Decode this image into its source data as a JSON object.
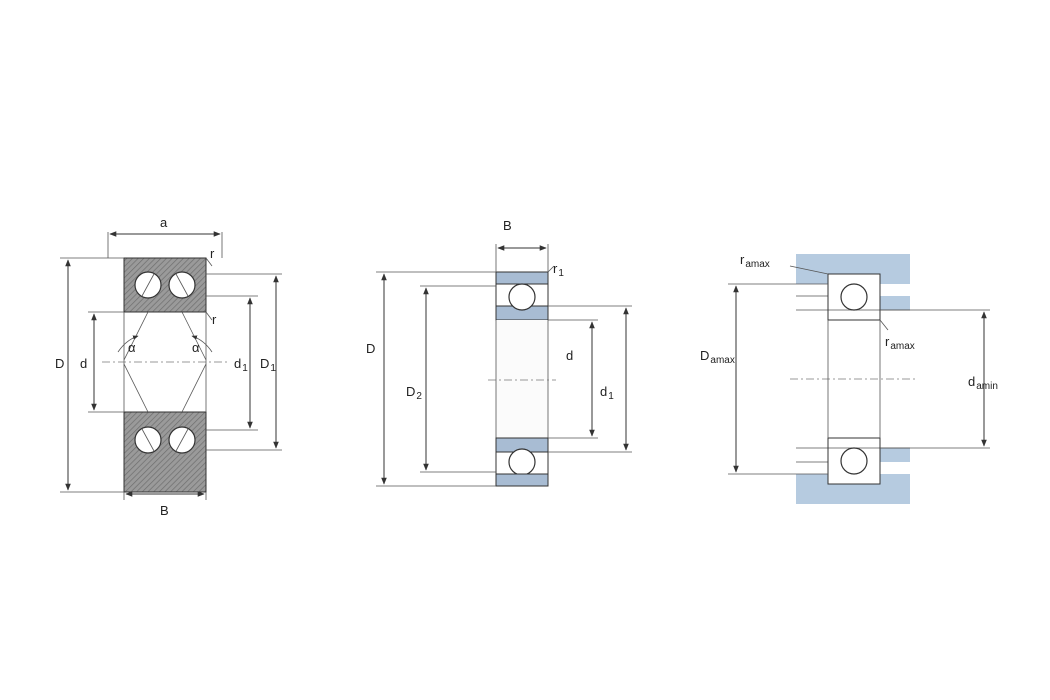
{
  "colors": {
    "hatch_gray": "#8c8c8c",
    "ring_blue": "#a8bcd3",
    "housing_blue": "#b6cbe0",
    "line": "#333333"
  },
  "labels": {
    "left": {
      "a": "a",
      "r_top": "r",
      "r_mid": "r",
      "alpha_left": "α",
      "alpha_right": "α",
      "D": "D",
      "d": "d",
      "d1_main": "d",
      "d1_sub": "1",
      "D1_main": "D",
      "D1_sub": "1",
      "B": "B"
    },
    "middle": {
      "B": "B",
      "r1_main": "r",
      "r1_sub": "1",
      "D": "D",
      "D2_main": "D",
      "D2_sub": "2",
      "d": "d",
      "d1_main": "d",
      "d1_sub": "1"
    },
    "right": {
      "ra_top_main": "r",
      "ra_top_sub": "amax",
      "ra_mid_main": "r",
      "ra_mid_sub": "amax",
      "Da_main": "D",
      "Da_sub": "amax",
      "da_main": "d",
      "da_sub": "amin"
    }
  }
}
